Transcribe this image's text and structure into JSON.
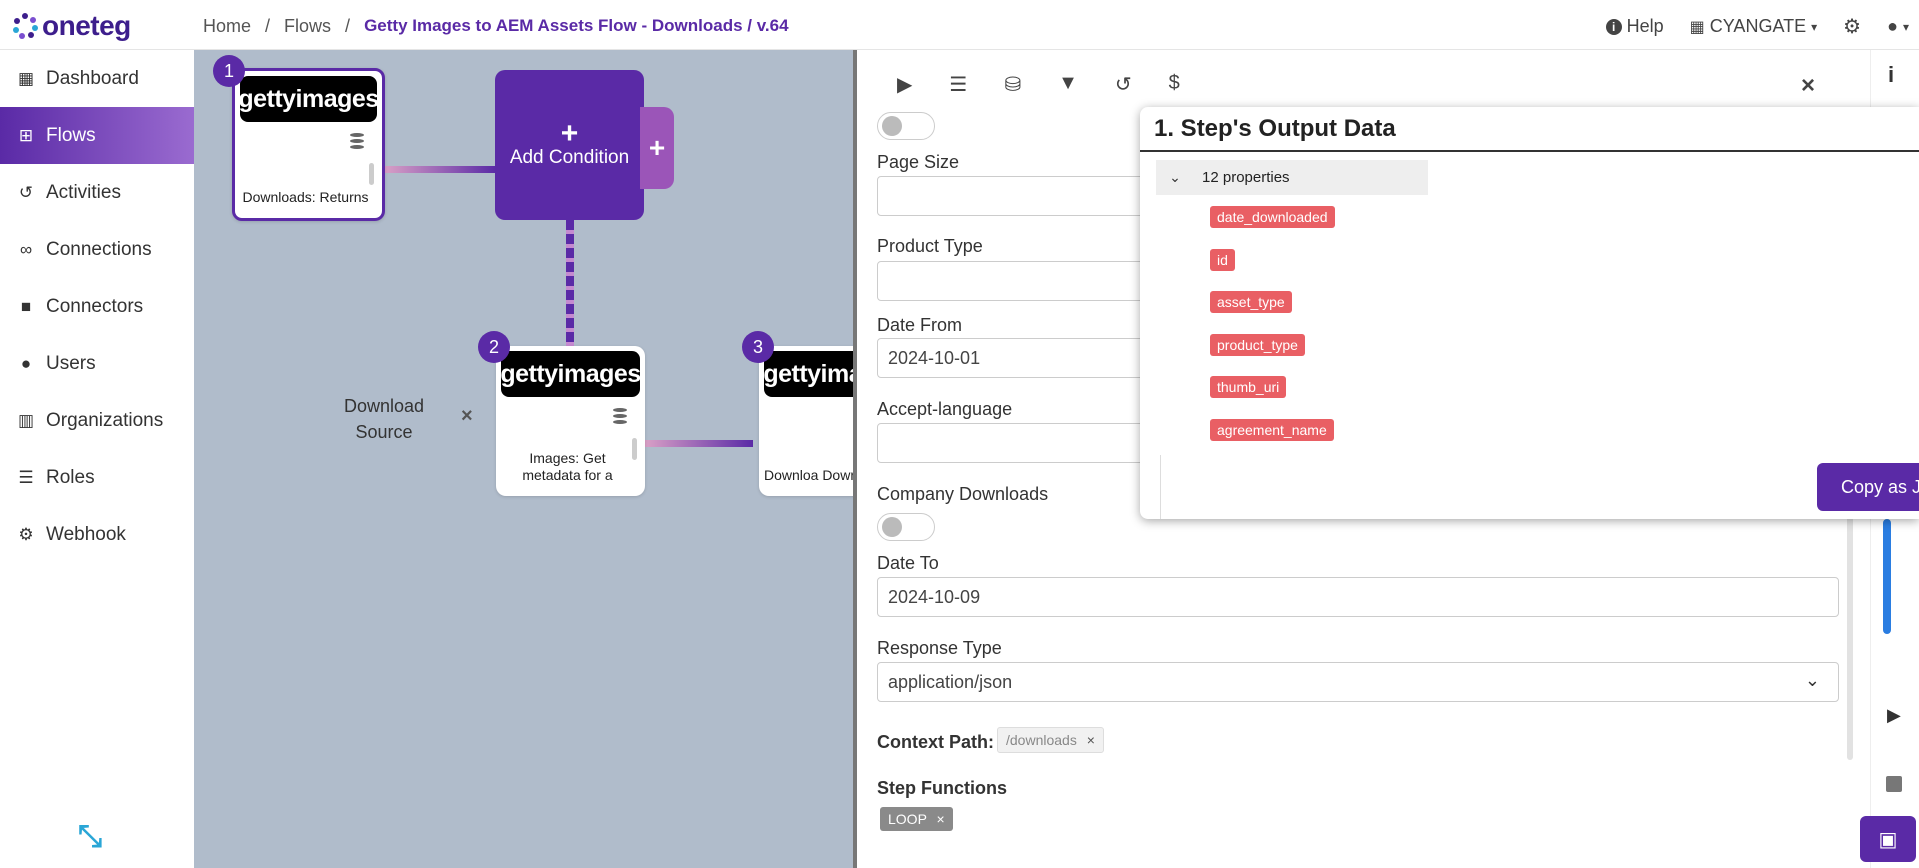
{
  "app": {
    "logo_text": "oneteg"
  },
  "breadcrumb": {
    "home": "Home",
    "sep1": "/",
    "flows": "Flows",
    "sep2": "/",
    "current": "Getty Images to AEM Assets Flow - Downloads / v.64"
  },
  "topbar": {
    "help": "Help",
    "org": "CYANGATE"
  },
  "sidebar": {
    "items": [
      {
        "label": "Dashboard",
        "icon": "grid-icon"
      },
      {
        "label": "Flows",
        "icon": "sitemap-icon"
      },
      {
        "label": "Activities",
        "icon": "history-icon"
      },
      {
        "label": "Connections",
        "icon": "link-icon"
      },
      {
        "label": "Connectors",
        "icon": "lock-icon"
      },
      {
        "label": "Users",
        "icon": "user-icon"
      },
      {
        "label": "Organizations",
        "icon": "building-icon"
      },
      {
        "label": "Roles",
        "icon": "list-icon"
      },
      {
        "label": "Webhook",
        "icon": "cogs-icon"
      }
    ]
  },
  "canvas": {
    "node1": {
      "badge": "1",
      "logo": "gettyimages",
      "label": "Downloads: Returns"
    },
    "condition": {
      "plus": "+",
      "label": "Add Condition",
      "tab_plus": "+"
    },
    "node2": {
      "badge": "2",
      "logo": "gettyimages",
      "label": "Images: Get metadata for a"
    },
    "node3": {
      "badge": "3",
      "logo": "gettyimages",
      "label": "Downloa Download A"
    },
    "download_source": "Download Source",
    "remove": "×"
  },
  "panel": {
    "page_size_label": "Page Size",
    "product_type_label": "Product Type",
    "date_from_label": "Date From",
    "date_from_value": "2024-10-01",
    "accept_language_label": "Accept-language",
    "company_downloads_label": "Company Downloads",
    "date_to_label": "Date To",
    "date_to_value": "2024-10-09",
    "response_type_label": "Response Type",
    "response_type_value": "application/json",
    "context_path_label": "Context Path:",
    "context_path_value": "/downloads",
    "step_functions_label": "Step Functions",
    "step_function_tag": "LOOP",
    "tag_remove": "×",
    "close": "×"
  },
  "popup": {
    "title": "1. Step's Output Data",
    "props_count": "12 properties",
    "props": [
      "date_downloaded",
      "id",
      "asset_type",
      "product_type",
      "thumb_uri",
      "agreement_name"
    ],
    "copy_button": "Copy as JSON"
  },
  "colors": {
    "brand": "#5a2aa6",
    "prop_tag": "#e95f64",
    "canvas_bg": "#b0bccb",
    "accent_blue": "#2a7de1"
  }
}
